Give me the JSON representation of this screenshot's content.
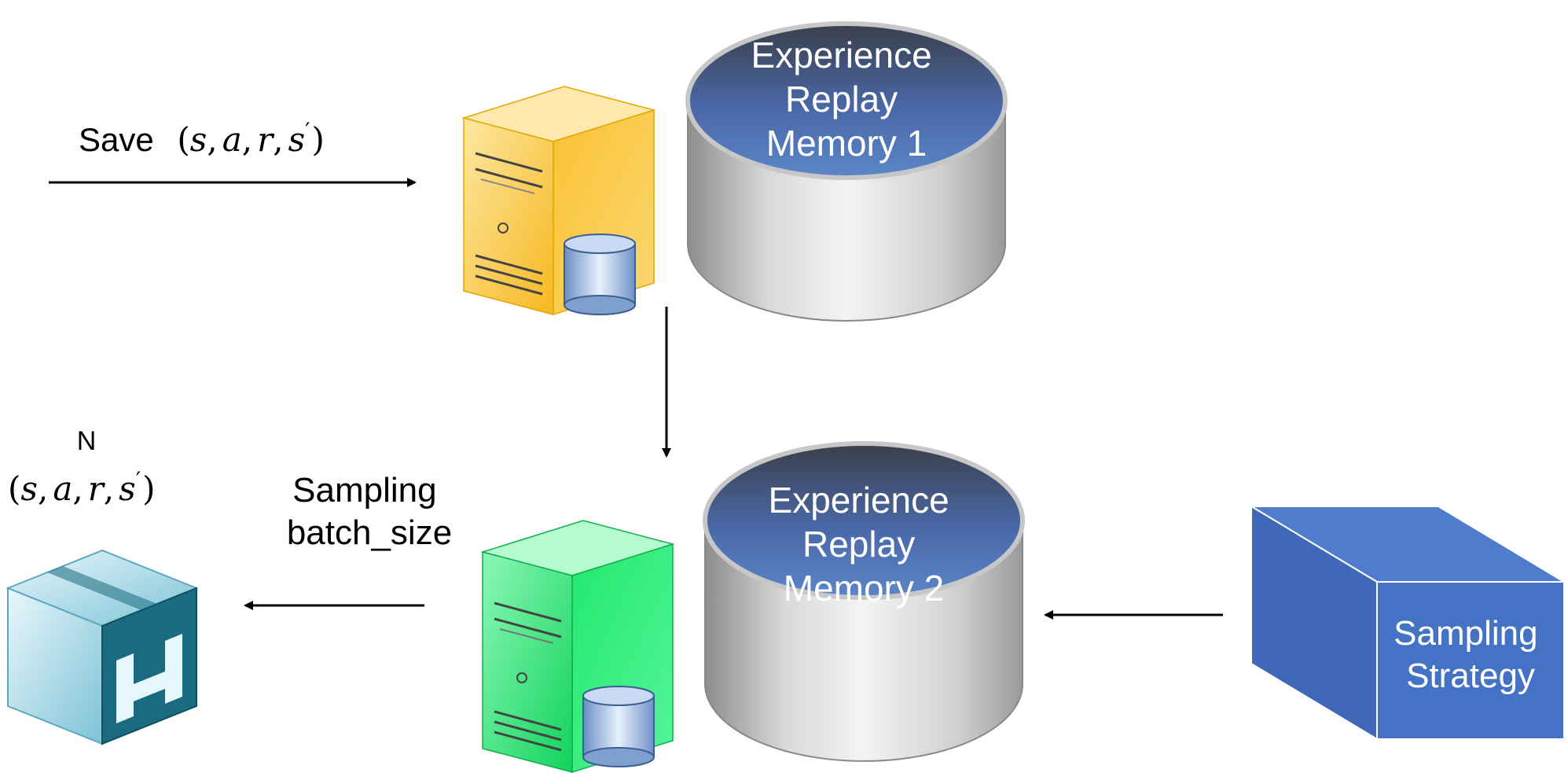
{
  "save_label": {
    "word": "Save",
    "open": "(",
    "s": "s",
    "a": "a",
    "r": "r",
    "sp": "s",
    "prime": "′",
    "close": ")",
    "sep": ","
  },
  "memory1": {
    "line1": "Experience",
    "line2": "Replay",
    "line3": "Memory 1"
  },
  "memory2": {
    "line1": "Experience",
    "line2": "Replay",
    "line3": "Memory 2"
  },
  "output_label": {
    "count": "N",
    "open": "(",
    "s": "s",
    "a": "a",
    "r": "r",
    "sp": "s",
    "prime": "′",
    "close": ")",
    "sep": ","
  },
  "sampling_label": {
    "line1": "Sampling",
    "line2": "batch_size"
  },
  "strategy": {
    "line1": "Sampling",
    "line2": "Strategy"
  },
  "colors": {
    "server1": "#f9c232",
    "server2": "#22e86e",
    "cylinder_top": "#4a6fb0",
    "cube": "#4472c4",
    "output_box": "#1a6a80"
  },
  "icons": [
    "server-icon",
    "database-icon",
    "cylinder-storage-icon",
    "cube-icon",
    "hyper-v-box-icon"
  ]
}
